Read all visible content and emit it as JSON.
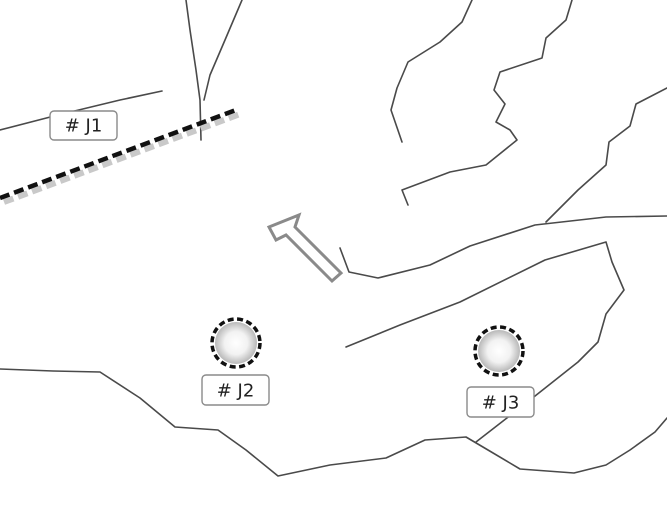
{
  "map": {
    "labels": [
      {
        "id": "J1",
        "text": "# J1"
      },
      {
        "id": "J2",
        "text": "# J2"
      },
      {
        "id": "J3",
        "text": "# J3"
      }
    ],
    "markers": [
      {
        "id": "J2",
        "icon": "sphere-marker-icon"
      },
      {
        "id": "J3",
        "icon": "sphere-marker-icon"
      }
    ],
    "features": {
      "dashed_line": "dashed-boundary-line",
      "direction_arrow": "direction-arrow-icon"
    },
    "colors": {
      "line": "#4a4a4a",
      "dashed": "#111111",
      "arrow_outline": "#8a8a8a",
      "label_border": "#8a8a8a"
    }
  }
}
